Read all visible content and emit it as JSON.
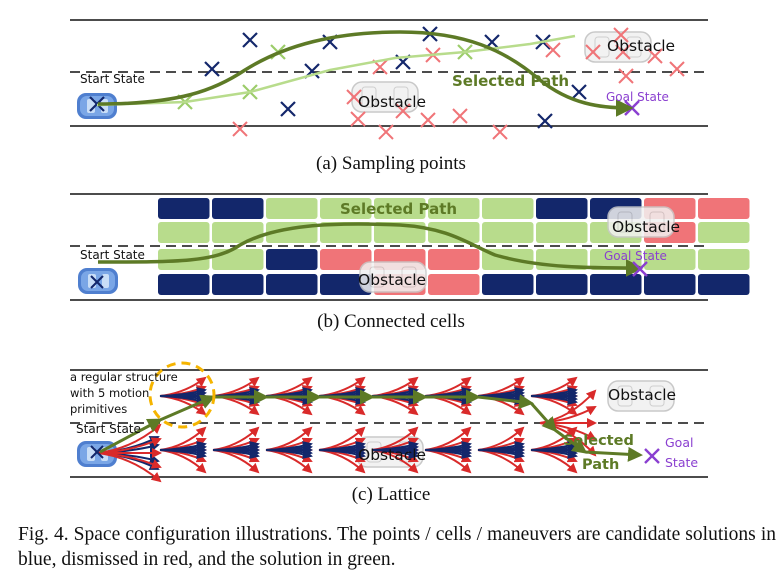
{
  "panels": {
    "a": {
      "caption": "(a) Sampling points",
      "start_label": "Start State",
      "goal_label": "Goal State",
      "obstacle_labels": [
        "Obstacle",
        "Obstacle"
      ],
      "path_label": "Selected Path"
    },
    "b": {
      "caption": "(b) Connected cells",
      "start_label": "Start State",
      "goal_label": "Goal State",
      "obstacle_labels": [
        "Obstacle",
        "Obstacle"
      ],
      "path_label": "Selected Path"
    },
    "c": {
      "caption": "(c) Lattice",
      "start_label": "Start State",
      "goal_label_line1": "Goal",
      "goal_label_line2": "State",
      "obstacle_labels": [
        "Obstacle",
        "Obstacle"
      ],
      "path_label_line1": "Selected",
      "path_label_line2": "Path",
      "note_lines": [
        "a regular structure",
        "with 5 motion",
        "primitives"
      ]
    }
  },
  "figure_caption": "Fig. 4.   Space configuration illustrations. The points / cells / maneuvers are candidate solutions in blue, dismissed in red, and the solution in green.",
  "colors": {
    "candidate_blue": "#13276b",
    "dismissed_red": "#f07478",
    "solution_green": "#5d7a26",
    "light_green": "#b8dc8c",
    "goal_purple": "#8a3fd0",
    "highlight_orange": "#f5b400"
  },
  "icons": [
    "car-icon",
    "obstacle-car-icon",
    "goal-marker-icon"
  ]
}
